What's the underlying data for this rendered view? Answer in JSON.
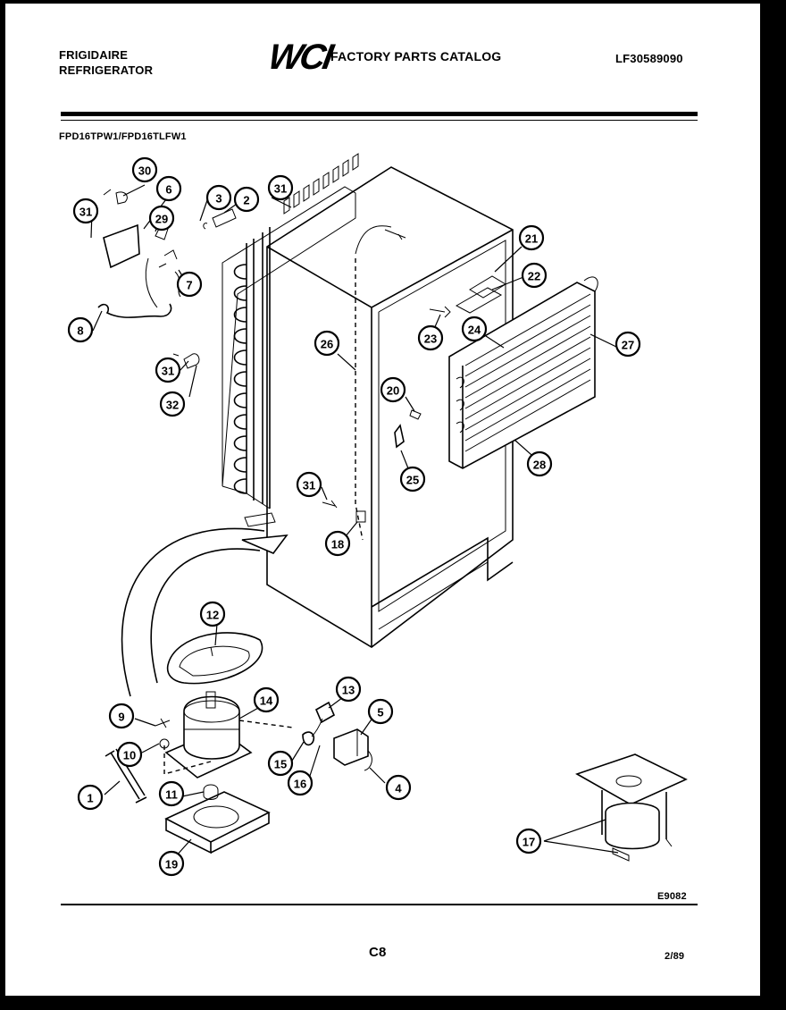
{
  "header": {
    "brand_line1": "FRIGIDAIRE",
    "brand_line2": "REFRIGERATOR",
    "logo": "WCI",
    "catalog_title": "FACTORY PARTS CATALOG",
    "catalog_number": "LF30589090"
  },
  "model_numbers": "FPD16TPW1/FPD16TLFW1",
  "footer": {
    "drawing_number": "E9082",
    "page": "C8",
    "date": "2/89"
  },
  "callouts": [
    "30",
    "6",
    "31",
    "3",
    "2",
    "31",
    "29",
    "7",
    "8",
    "31",
    "32",
    "21",
    "22",
    "23",
    "24",
    "27",
    "26",
    "20",
    "25",
    "28",
    "31",
    "18",
    "12",
    "14",
    "13",
    "5",
    "9",
    "10",
    "15",
    "16",
    "4",
    "1",
    "11",
    "19",
    "17"
  ],
  "colors": {
    "ink": "#000000",
    "paper": "#ffffff",
    "border": "#000000"
  }
}
